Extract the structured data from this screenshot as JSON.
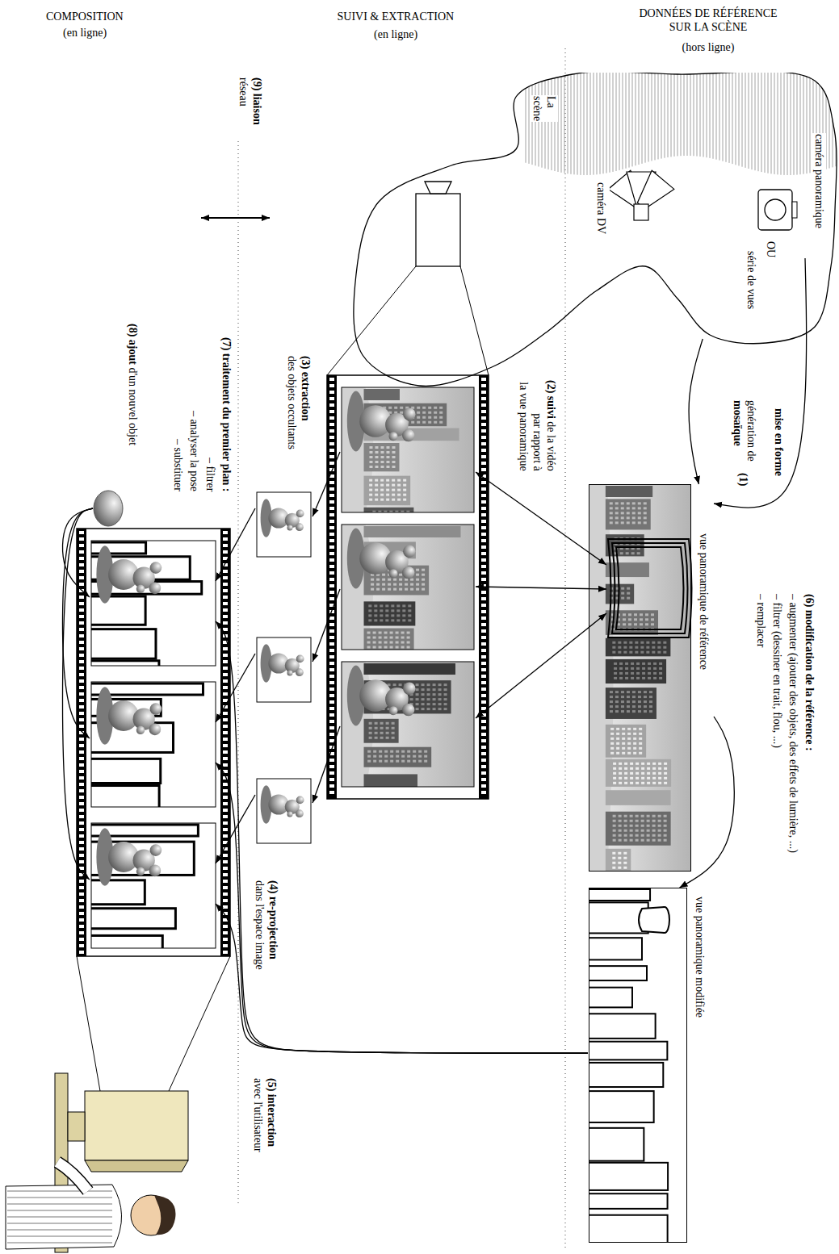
{
  "diagram": {
    "nodes": [
      {
        "text": [
          "La scène"
        ]
      },
      {
        "text": [
          "caméra panoramique"
        ],
        "in": 0
      },
      {
        "text": [
          "série de vues"
        ],
        "in": 0
      },
      {
        "text": [
          "caméra DV"
        ],
        "in": 0
      },
      {
        "text": [
          "vue panoramique de référence"
        ]
      },
      {
        "text": [
          "vue panoramique modifiée"
        ]
      }
    ],
    "edges": [
      {
        "from": 1,
        "to": 4,
        "label": "mise en forme",
        "arrow": "to"
      },
      {
        "from": 2,
        "to": 4,
        "label": "génération de mosaïque",
        "arrow": "to"
      },
      {
        "from": 4,
        "to": 5,
        "arrow": "to"
      }
    ],
    "labels": [
      "COMPOSITION",
      "(en ligne)",
      "SUIVI & EXTRACTION",
      "(en ligne)",
      "DONNÉES DE RÉFÉRENCE SUR LA SCÈNE",
      "(hors ligne)",
      "OU",
      "(1)",
      "(6) modification de la référence :",
      "– augmenter (ajouter des objets, des effets de lumière, ...)",
      "– filtrer (dessiner en trait, flou, ...)",
      "– remplacer",
      "(2) suivi de la vidéo par rapport à la vue panoramique",
      "(3) extraction des objets occultants",
      "(4) re-projection dans l'espace image",
      "(5) interaction avec l'utilisateur",
      "(9) liaison réseau",
      "(7) traitement du premier plan :",
      "– filtrer",
      "– analyser la pose",
      "– substituer",
      "(8) ajout d'un nouvel objet"
    ]
  }
}
